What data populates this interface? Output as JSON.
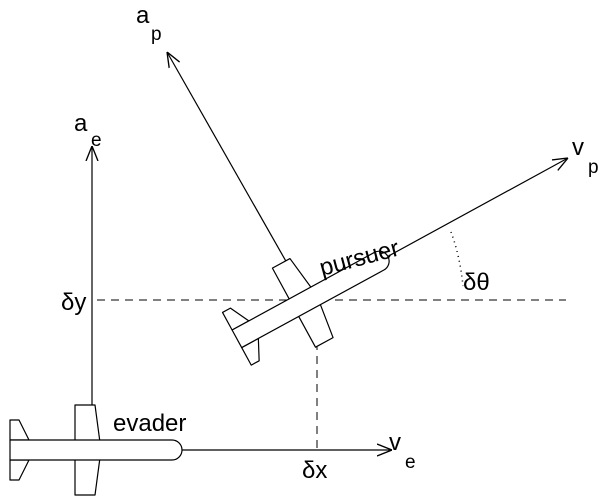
{
  "diagram": {
    "labels": {
      "a_p": {
        "base": "a",
        "sub": "p"
      },
      "a_e": {
        "base": "a",
        "sub": "e"
      },
      "v_p": {
        "base": "v",
        "sub": "p"
      },
      "v_e": {
        "base": "v",
        "sub": "e"
      },
      "delta_theta": "δθ",
      "delta_y": "δy",
      "delta_x": "δx",
      "pursuer": "pursuer",
      "evader": "evader"
    },
    "colors": {
      "stroke": "#000000",
      "background": "#ffffff"
    }
  }
}
